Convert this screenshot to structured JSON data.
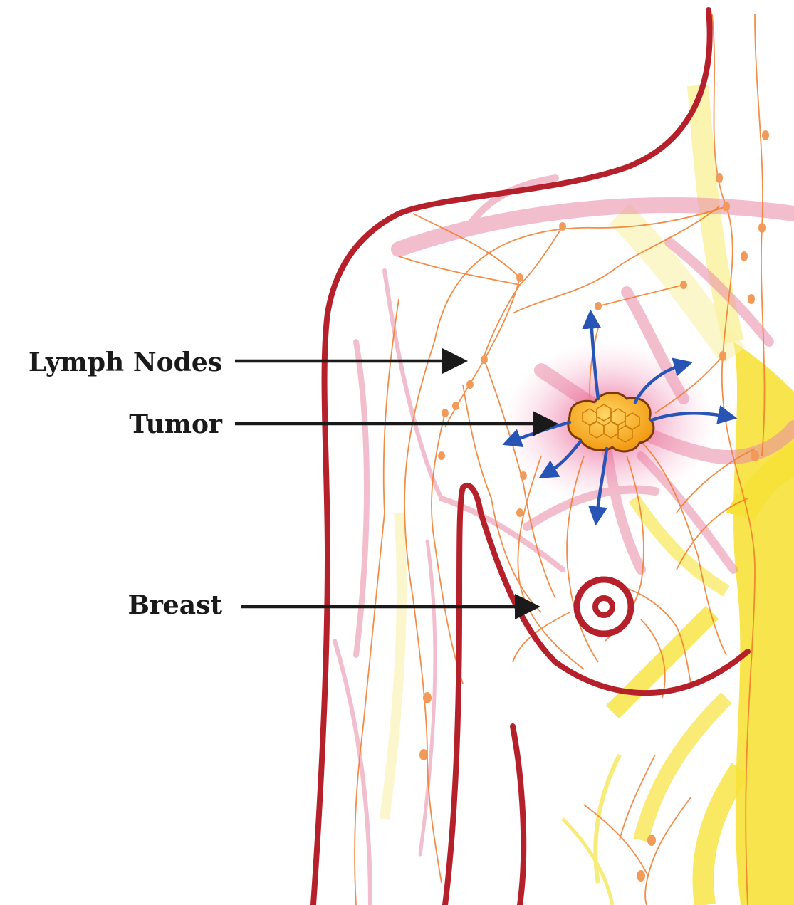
{
  "labels": {
    "lymph_nodes": "Lymph Nodes",
    "tumor": "Tumor",
    "breast": "Breast"
  },
  "colors": {
    "outline": "#b5202a",
    "lymph_vessel": "#f07a2a",
    "lymph_node": "#f29a5a",
    "blood_vessel_pink": "#e98aa6",
    "nerve_yellow": "#f7e23a",
    "tumor": "#f7b32b",
    "spread_arrow": "#2855b5",
    "pointer_arrow": "#1a1a1a"
  }
}
